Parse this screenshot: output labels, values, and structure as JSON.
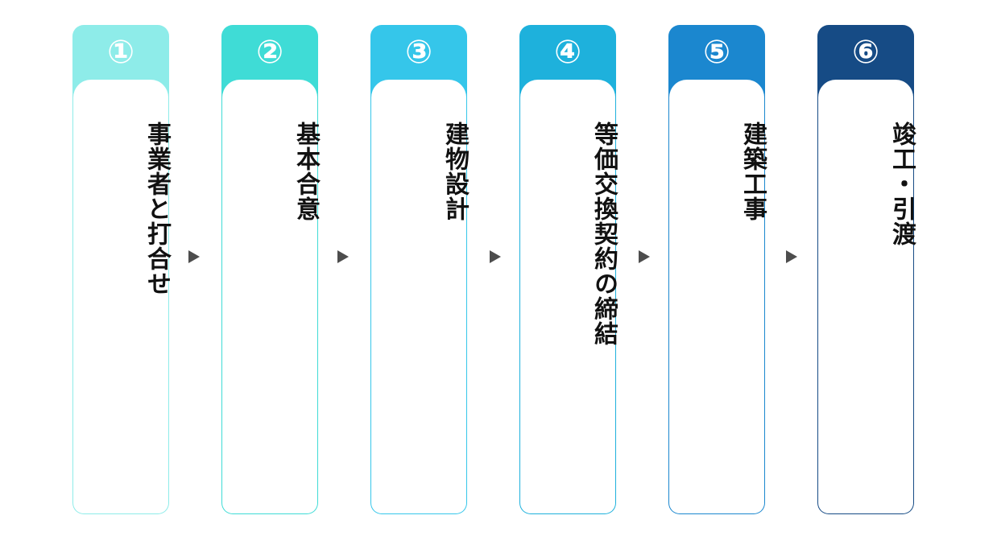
{
  "steps": [
    {
      "number": "①",
      "title": "事業者と打合せ",
      "color": "#8eece9"
    },
    {
      "number": "②",
      "title": "基本合意",
      "color": "#3fdcd6"
    },
    {
      "number": "③",
      "title": "建物設計",
      "color": "#35c6ea"
    },
    {
      "number": "④",
      "title": "等価交換契約の締結",
      "color": "#1eb1dc"
    },
    {
      "number": "⑤",
      "title": "建築工事",
      "color": "#1b87cf"
    },
    {
      "number": "⑥",
      "title": "竣工・引渡",
      "color": "#164b85"
    }
  ],
  "arrow_color": "#4d4d4d"
}
